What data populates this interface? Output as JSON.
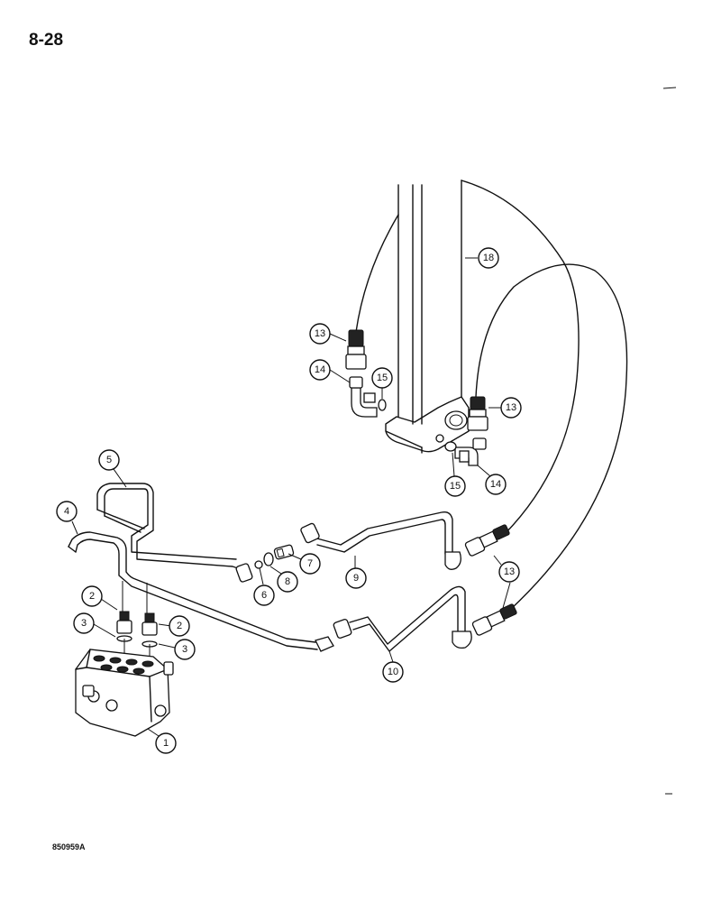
{
  "page_number": "8-28",
  "figure_code": "850959A",
  "callouts": [
    {
      "id": "c1",
      "label": "1"
    },
    {
      "id": "c2a",
      "label": "2"
    },
    {
      "id": "c2b",
      "label": "2"
    },
    {
      "id": "c3a",
      "label": "3"
    },
    {
      "id": "c3b",
      "label": "3"
    },
    {
      "id": "c4",
      "label": "4"
    },
    {
      "id": "c5",
      "label": "5"
    },
    {
      "id": "c6",
      "label": "6"
    },
    {
      "id": "c7",
      "label": "7"
    },
    {
      "id": "c8",
      "label": "8"
    },
    {
      "id": "c9",
      "label": "9"
    },
    {
      "id": "c10",
      "label": "10"
    },
    {
      "id": "c13a",
      "label": "13"
    },
    {
      "id": "c13b",
      "label": "13"
    },
    {
      "id": "c13c",
      "label": "13"
    },
    {
      "id": "c14a",
      "label": "14"
    },
    {
      "id": "c14b",
      "label": "14"
    },
    {
      "id": "c15a",
      "label": "15"
    },
    {
      "id": "c15b",
      "label": "15"
    },
    {
      "id": "c18",
      "label": "18"
    }
  ]
}
